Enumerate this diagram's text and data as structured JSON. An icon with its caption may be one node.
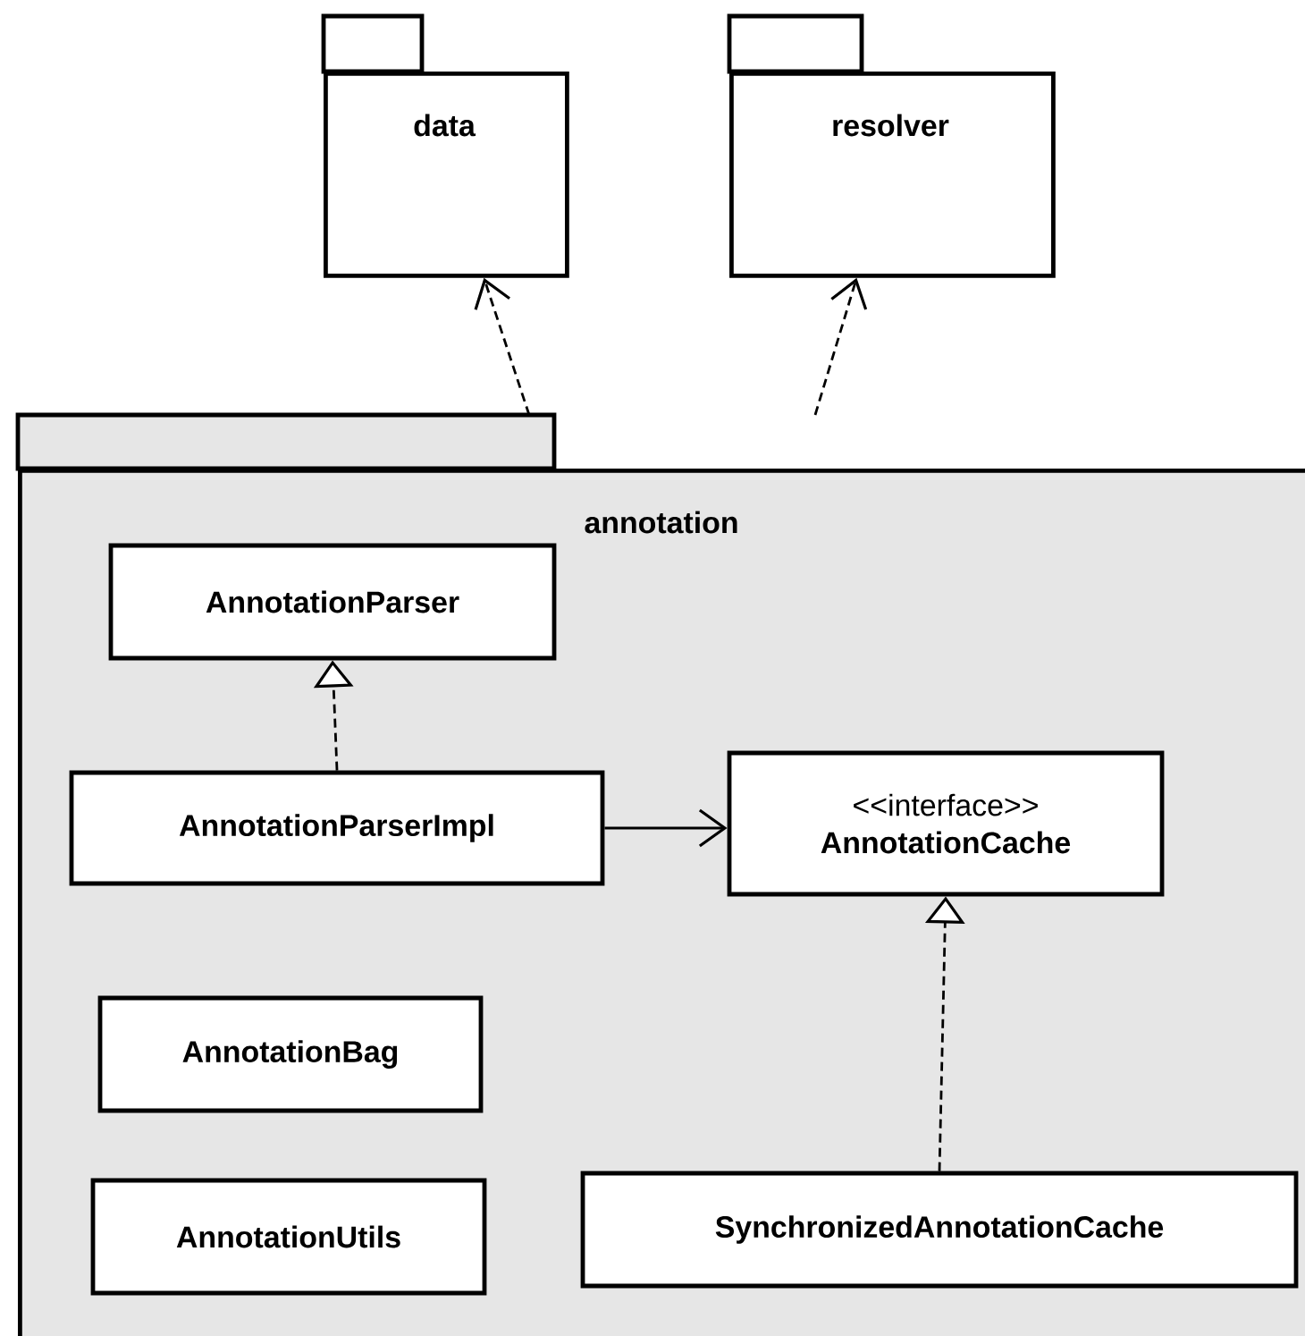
{
  "diagram": {
    "nodes": [
      {
        "text": [
          "data"
        ]
      },
      {
        "text": [
          "resolver"
        ]
      },
      {
        "text": [
          "annotation"
        ]
      },
      {
        "text": [
          "AnnotationParser"
        ],
        "in": 2
      },
      {
        "text": [
          "AnnotationParserImpl"
        ],
        "in": 2
      },
      {
        "text": [
          "<<interface>>",
          "AnnotationCache"
        ],
        "in": 2
      },
      {
        "text": [
          "AnnotationBag"
        ],
        "in": 2
      },
      {
        "text": [
          "AnnotationUtils"
        ],
        "in": 2
      },
      {
        "text": [
          "SynchronizedAnnotationCache"
        ],
        "in": 2
      }
    ],
    "edges": [
      {
        "from": 2,
        "to": 0,
        "arrow": "to",
        "style": "dashed"
      },
      {
        "from": 2,
        "to": 1,
        "arrow": "to",
        "style": "dashed"
      },
      {
        "from": 4,
        "to": 3,
        "arrow": "to",
        "style": "dashed"
      },
      {
        "from": 4,
        "to": 5,
        "arrow": "to"
      },
      {
        "from": 8,
        "to": 5,
        "arrow": "to",
        "style": "dashed"
      }
    ]
  }
}
